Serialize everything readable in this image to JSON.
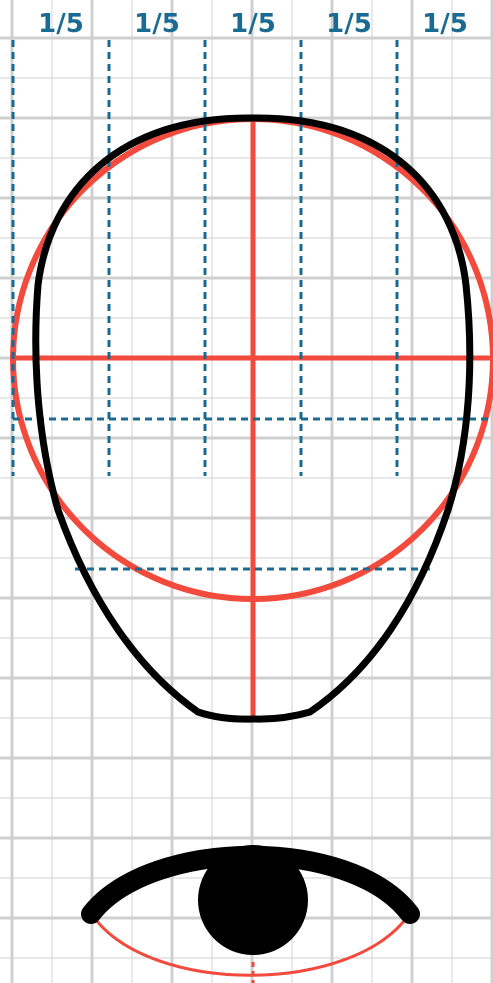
{
  "colors": {
    "background": "#ffffff",
    "grid": "#d0d0d0",
    "guide_red": "#f24a3c",
    "guide_blue": "#1a6b94",
    "outline": "#000000"
  },
  "column_labels": [
    "1/5",
    "1/5",
    "1/5",
    "1/5",
    "1/5"
  ]
}
